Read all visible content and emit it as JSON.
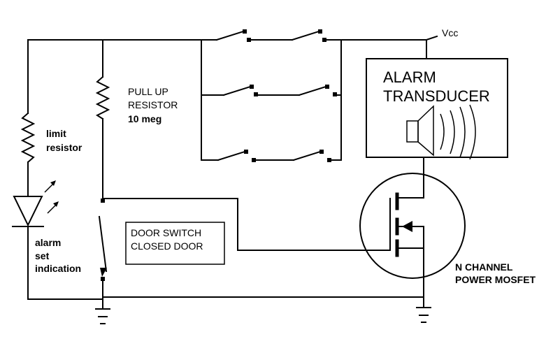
{
  "labels": {
    "vcc": "Vcc",
    "alarm_line1": "ALARM",
    "alarm_line2": "TRANSDUCER",
    "pullup_line1": "PULL UP",
    "pullup_line2": "RESISTOR",
    "pullup_value": "10 meg",
    "limit_line1": "limit",
    "limit_line2": "resistor",
    "led_line1": "alarm",
    "led_line2": "set",
    "led_line3": "indication",
    "door_line1": "DOOR SWITCH",
    "door_line2": "CLOSED DOOR",
    "mosfet_line1": "N CHANNEL",
    "mosfet_line2": "POWER MOSFET"
  },
  "icons": {
    "speaker": "speaker-icon",
    "ground": "ground-icon",
    "led": "led-icon",
    "resistor": "resistor-icon",
    "switch": "switch-icon",
    "mosfet": "mosfet-icon"
  }
}
